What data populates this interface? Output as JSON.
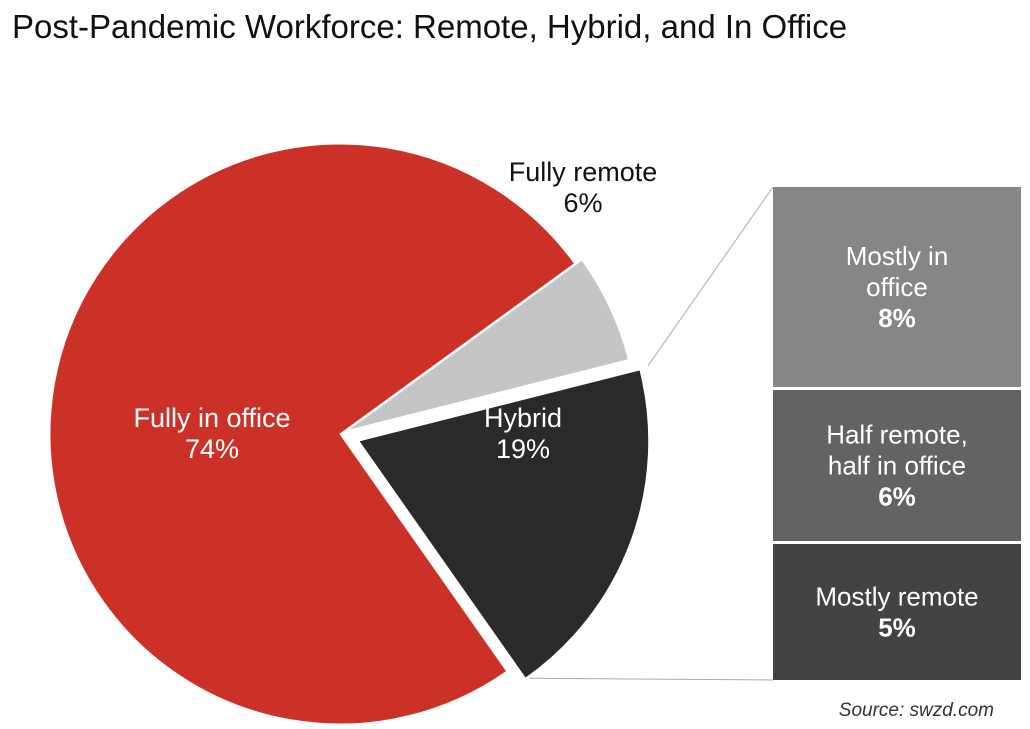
{
  "chart_data": {
    "type": "pie",
    "title": "Post-Pandemic Workforce: Remote, Hybrid, and In Office",
    "slices": [
      {
        "label": "Fully in office",
        "value": 74,
        "value_label": "74%",
        "color": "#cc3127"
      },
      {
        "label": "Fully remote",
        "value": 6,
        "value_label": "6%",
        "color": "#c5c5c5"
      },
      {
        "label": "Hybrid",
        "value": 19,
        "value_label": "19%",
        "color": "#2a2a2a"
      }
    ],
    "breakdown": {
      "of": "Hybrid",
      "items": [
        {
          "label": "Mostly in office",
          "value": 8,
          "value_label": "8%",
          "color": "#868686"
        },
        {
          "label": "Half remote, half in office",
          "value": 6,
          "value_label": "6%",
          "color": "#636363"
        },
        {
          "label": "Mostly remote",
          "value": 5,
          "value_label": "5%",
          "color": "#434343"
        }
      ]
    },
    "source": "Source: swzd.com"
  }
}
